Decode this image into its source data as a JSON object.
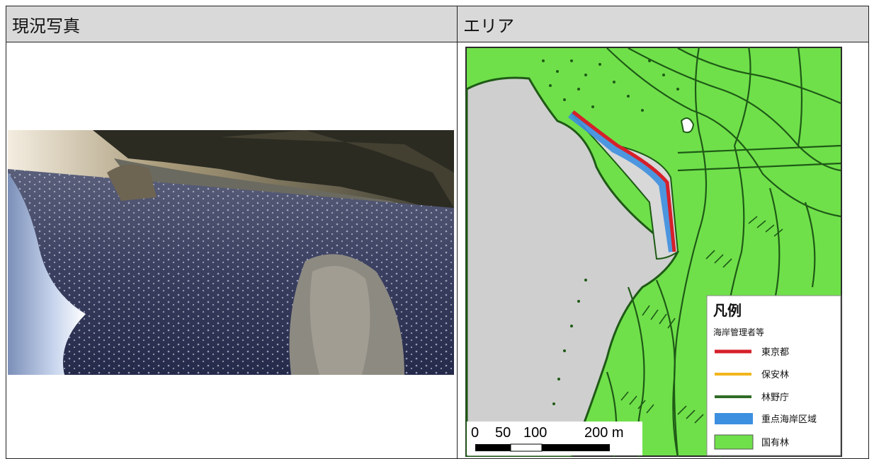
{
  "table": {
    "header_photo": "現況写真",
    "header_area": "エリア"
  },
  "legend": {
    "title": "凡例",
    "subtitle": "海岸管理者等",
    "items": [
      {
        "label": "東京都",
        "color": "#d6202a",
        "kind": "line"
      },
      {
        "label": "保安林",
        "color": "#f2b51c",
        "kind": "line"
      },
      {
        "label": "林野庁",
        "color": "#2f6b26",
        "kind": "line"
      },
      {
        "label": "重点海岸区域",
        "color": "#3d8fe0",
        "kind": "band"
      },
      {
        "label": "国有林",
        "color": "#6fe04a",
        "kind": "box"
      }
    ]
  },
  "scale": {
    "t0": "0",
    "t50": "50",
    "t100": "100",
    "t200": "200 m"
  },
  "colors": {
    "forest": "#6fe04a",
    "sea": "#cfcfcf",
    "contour": "#1f5a16",
    "header_bg": "#d9d9d9"
  }
}
